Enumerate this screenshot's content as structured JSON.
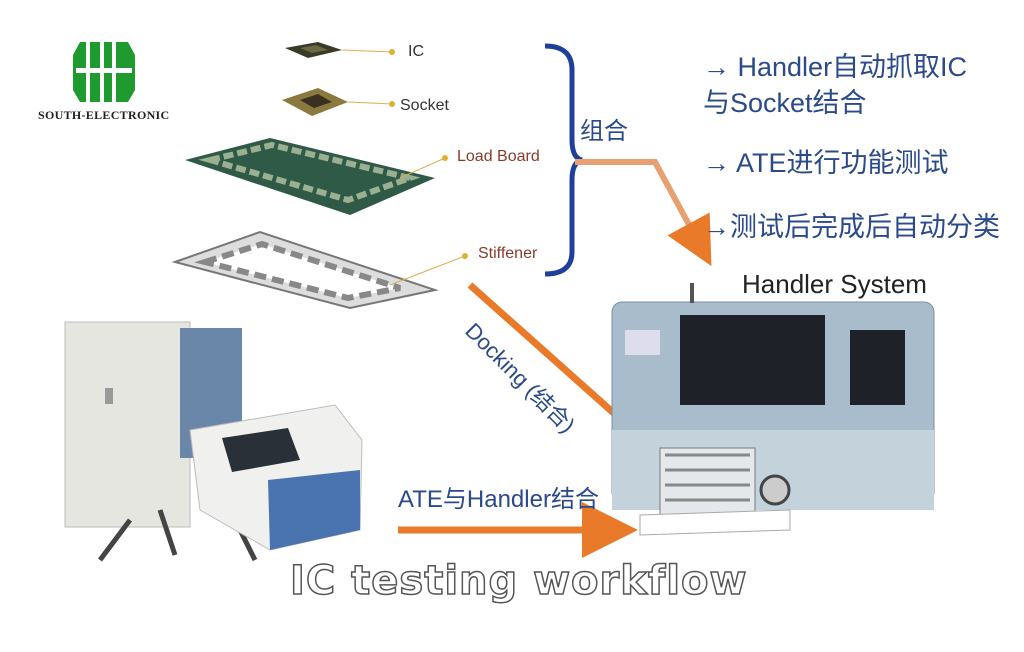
{
  "logo": {
    "brand": "SOUTH-ELECTRONIC",
    "color": "#1e9a2e"
  },
  "components": {
    "ic": "IC",
    "socket": "Socket",
    "load_board": "Load Board",
    "stiffener": "Stiffener"
  },
  "bracket_label": "组合",
  "steps": [
    "→ Handler自动抓取IC",
    "与Socket结合",
    "→ ATE进行功能测试",
    "→测试后完成后自动分类"
  ],
  "handler_label": "Handler System",
  "docking_label": "Docking (结合)",
  "ate_handler_label": "ATE与Handler结合",
  "title": "IC testing workflow",
  "colors": {
    "arrow": "#e87a2a",
    "bracket": "#1f3f9a",
    "text_blue": "#2a4a8a"
  }
}
